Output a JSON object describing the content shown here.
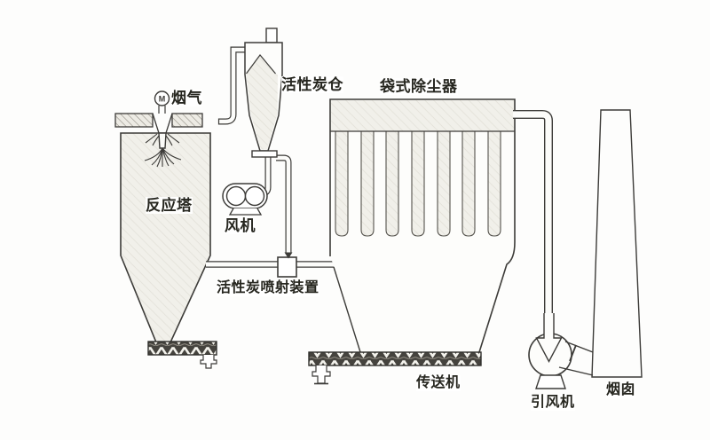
{
  "diagram": {
    "type": "process-flow-diagram",
    "subject": "activated-carbon-injection-flue-gas-cleaning-system",
    "labels": {
      "flue_gas": "烟气",
      "motor": "M",
      "reaction_tower": "反应塔",
      "carbon_silo": "活性炭仓",
      "blower": "风机",
      "bag_filter": "袋式除尘器",
      "injector": "活性炭喷射装置",
      "conveyor": "传送机",
      "id_fan": "引风机",
      "chimney": "烟囱"
    },
    "colors": {
      "line": "#3c3b38",
      "vessel_fill": "#f1f0ea",
      "hatch_line": "#928e85",
      "screw_dark": "#45433e",
      "background": "#fdfdfc"
    }
  }
}
